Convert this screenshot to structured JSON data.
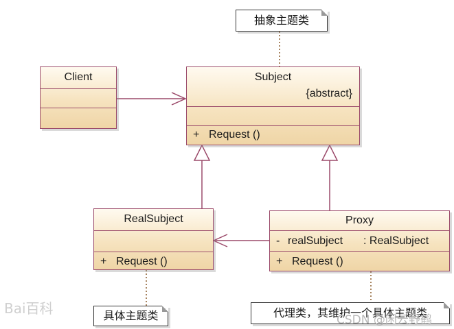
{
  "diagram": {
    "notes": {
      "abstract_subject": "抽象主题类",
      "real_subject": "具体主题类",
      "proxy": "代理类，其维护一个具体主题类"
    },
    "classes": {
      "client": {
        "name": "Client"
      },
      "subject": {
        "name": "Subject",
        "stereotype": "{abstract}",
        "operation_visibility": "+",
        "operation": "Request ()"
      },
      "real_subject": {
        "name": "RealSubject",
        "operation_visibility": "+",
        "operation": "Request ()"
      },
      "proxy": {
        "name": "Proxy",
        "attribute_visibility": "-",
        "attribute_name": "realSubject",
        "attribute_type": ": RealSubject",
        "operation_visibility": "+",
        "operation": "Request ()"
      }
    },
    "colors": {
      "class_border": "#9b4a6a",
      "class_fill": "#f6e3bf",
      "connector": "#9b4a6a",
      "note_link": "#8a5a2a"
    }
  },
  "watermarks": {
    "baidu": "Bai百科",
    "csdn": "CSDN @闲云野鹤"
  }
}
